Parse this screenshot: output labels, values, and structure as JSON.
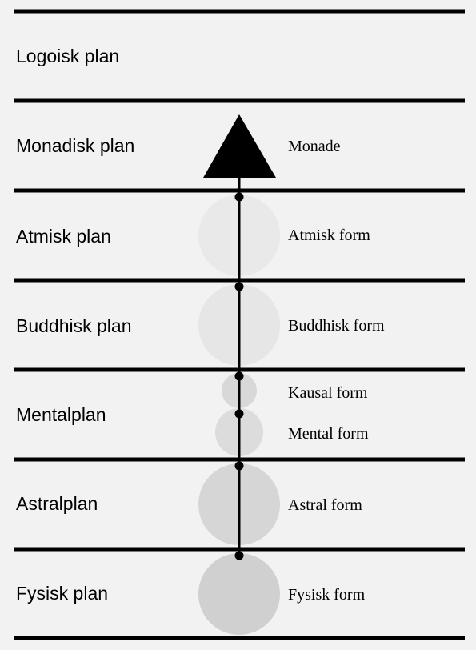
{
  "planes": [
    {
      "label": "Logoisk plan"
    },
    {
      "label": "Monadisk plan"
    },
    {
      "label": "Atmisk plan"
    },
    {
      "label": "Buddhisk plan"
    },
    {
      "label": "Mentalplan"
    },
    {
      "label": "Astralplan"
    },
    {
      "label": "Fysisk plan"
    }
  ],
  "forms": {
    "monade": "Monade",
    "atmisk": "Atmisk form",
    "buddhisk": "Buddhisk form",
    "kausal": "Kausal form",
    "mental": "Mental form",
    "astral": "Astral form",
    "fysisk": "Fysisk form"
  },
  "colors": {
    "background": "#f2f2f2",
    "lines": "#000000",
    "atmisk_fill": "#e9e9e9",
    "buddhisk_fill": "#e6e6e6",
    "kausal_fill": "#d8d8d8",
    "mental_fill": "#dcdcdc",
    "astral_fill": "#d6d6d6",
    "fysisk_fill": "#d0d0d0"
  },
  "icons": {
    "monade": "triangle-icon"
  }
}
